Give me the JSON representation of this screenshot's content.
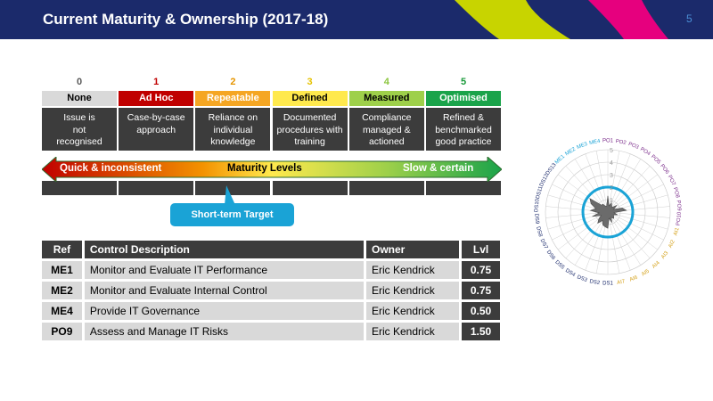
{
  "header": {
    "title": "Current Maturity & Ownership (2017-18)",
    "page_number": "5",
    "bg_color": "#1b2a6b"
  },
  "levels": [
    {
      "num": "0",
      "name": "None",
      "desc": [
        "Issue is",
        "not",
        "recognised"
      ],
      "num_color": "#595959",
      "name_bg": "#d9d9d9",
      "name_color": "#000000"
    },
    {
      "num": "1",
      "name": "Ad Hoc",
      "desc": [
        "Case-by-case",
        "approach"
      ],
      "num_color": "#c00000",
      "name_bg": "#c00000",
      "name_color": "#ffffff"
    },
    {
      "num": "2",
      "name": "Repeatable",
      "desc": [
        "Reliance on",
        "individual",
        "knowledge"
      ],
      "num_color": "#e69500",
      "name_bg": "#f5a623",
      "name_color": "#ffffff"
    },
    {
      "num": "3",
      "name": "Defined",
      "desc": [
        "Documented",
        "procedures with",
        "training"
      ],
      "num_color": "#e6c200",
      "name_bg": "#ffe94d",
      "name_color": "#000000"
    },
    {
      "num": "4",
      "name": "Measured",
      "desc": [
        "Compliance",
        "managed &",
        "actioned"
      ],
      "num_color": "#8cc63f",
      "name_bg": "#9ed04a",
      "name_color": "#000000"
    },
    {
      "num": "5",
      "name": "Optimised",
      "desc": [
        "Refined &",
        "benchmarked",
        "good practice"
      ],
      "num_color": "#1a9a3a",
      "name_bg": "#1aa34a",
      "name_color": "#ffffff"
    }
  ],
  "arrow": {
    "left": "Quick & inconsistent",
    "center": "Maturity Levels",
    "right": "Slow & certain"
  },
  "target_label": "Short-term Target",
  "table": {
    "headers": {
      "ref": "Ref",
      "desc": "Control Description",
      "owner": "Owner",
      "lvl": "Lvl"
    },
    "rows": [
      {
        "ref": "ME1",
        "desc": "Monitor and Evaluate IT Performance",
        "owner": "Eric Kendrick",
        "lvl": "0.75"
      },
      {
        "ref": "ME2",
        "desc": "Monitor and Evaluate Internal Control",
        "owner": "Eric Kendrick",
        "lvl": "0.75"
      },
      {
        "ref": "ME4",
        "desc": "Provide IT Governance",
        "owner": "Eric Kendrick",
        "lvl": "0.50"
      },
      {
        "ref": "PO9",
        "desc": "Assess and Manage IT Risks",
        "owner": "Eric Kendrick",
        "lvl": "1.50"
      }
    ]
  },
  "radar": {
    "axis_ticks": [
      "1",
      "2",
      "3",
      "4",
      "5"
    ],
    "target_level": 2,
    "max": 5,
    "axes": [
      {
        "label": "PO1",
        "color": "#7b2d8b",
        "value": 1.3
      },
      {
        "label": "PO2",
        "color": "#7b2d8b",
        "value": 0.5
      },
      {
        "label": "PO3",
        "color": "#7b2d8b",
        "value": 0.8
      },
      {
        "label": "PO4",
        "color": "#7b2d8b",
        "value": 0.6
      },
      {
        "label": "PO5",
        "color": "#7b2d8b",
        "value": 0.5
      },
      {
        "label": "PO6",
        "color": "#7b2d8b",
        "value": 0.9
      },
      {
        "label": "PO7",
        "color": "#7b2d8b",
        "value": 0.5
      },
      {
        "label": "PO8",
        "color": "#7b2d8b",
        "value": 1.2
      },
      {
        "label": "PO9",
        "color": "#7b2d8b",
        "value": 1.5
      },
      {
        "label": "PO10",
        "color": "#7b2d8b",
        "value": 0.5
      },
      {
        "label": "AI1",
        "color": "#d4a017",
        "value": 0.8
      },
      {
        "label": "AI2",
        "color": "#d4a017",
        "value": 0.5
      },
      {
        "label": "AI3",
        "color": "#d4a017",
        "value": 0.6
      },
      {
        "label": "AI4",
        "color": "#d4a017",
        "value": 0.7
      },
      {
        "label": "AI5",
        "color": "#d4a017",
        "value": 0.5
      },
      {
        "label": "AI6",
        "color": "#d4a017",
        "value": 0.9
      },
      {
        "label": "AI7",
        "color": "#d4a017",
        "value": 0.5
      },
      {
        "label": "DS1",
        "color": "#1b2a6b",
        "value": 1.3
      },
      {
        "label": "DS2",
        "color": "#1b2a6b",
        "value": 1.2
      },
      {
        "label": "DS3",
        "color": "#1b2a6b",
        "value": 1.1
      },
      {
        "label": "DS4",
        "color": "#1b2a6b",
        "value": 0.8
      },
      {
        "label": "DS5",
        "color": "#1b2a6b",
        "value": 1.2
      },
      {
        "label": "DS6",
        "color": "#1b2a6b",
        "value": 0.9
      },
      {
        "label": "DS7",
        "color": "#1b2a6b",
        "value": 0.6
      },
      {
        "label": "DS8",
        "color": "#1b2a6b",
        "value": 1.3
      },
      {
        "label": "DS9",
        "color": "#1b2a6b",
        "value": 0.7
      },
      {
        "label": "DS10",
        "color": "#1b2a6b",
        "value": 1.4
      },
      {
        "label": "DS11",
        "color": "#1b2a6b",
        "value": 1.0
      },
      {
        "label": "DS12",
        "color": "#1b2a6b",
        "value": 1.5
      },
      {
        "label": "DS13",
        "color": "#1b2a6b",
        "value": 1.8
      },
      {
        "label": "ME1",
        "color": "#1aa3d6",
        "value": 0.75
      },
      {
        "label": "ME2",
        "color": "#1aa3d6",
        "value": 0.75
      },
      {
        "label": "ME3",
        "color": "#1aa3d6",
        "value": 0.5
      },
      {
        "label": "ME4",
        "color": "#1aa3d6",
        "value": 0.5
      }
    ]
  }
}
